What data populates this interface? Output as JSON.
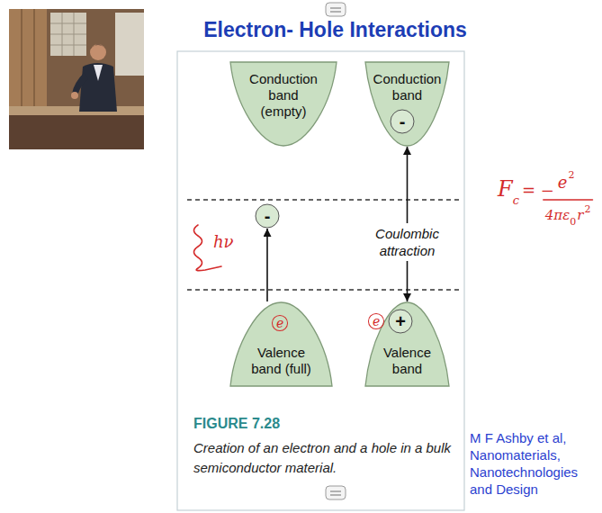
{
  "diagram": {
    "title": "Electron- Hole Interactions",
    "caption": "Creation of an electron and a hole in a bulk semiconductor material.",
    "nodes": [
      {
        "text": [
          "Conduction band (empty)"
        ]
      },
      {
        "text": [
          "Conduction band"
        ]
      },
      {
        "text": [
          "-"
        ],
        "in": 1
      },
      {
        "text": [
          "-"
        ]
      },
      {
        "text": [
          "Valence band (full)"
        ]
      },
      {
        "text": [
          "Valence band"
        ]
      },
      {
        "text": [
          "+"
        ],
        "in": 5
      }
    ],
    "edges": [
      {
        "from": 4,
        "to": 3,
        "arrow": "to"
      },
      {
        "from": 1,
        "to": 5,
        "label": "Coulombic attraction",
        "arrow": "both"
      }
    ],
    "labels": [
      "FIGURE 7.28",
      "M F Ashby et al, Nanomaterials, Nanotechnologies and Design",
      "hν",
      "e",
      "e",
      "F",
      "c",
      "= −",
      "e",
      "2",
      "4πε",
      "0",
      "r",
      "2"
    ]
  }
}
